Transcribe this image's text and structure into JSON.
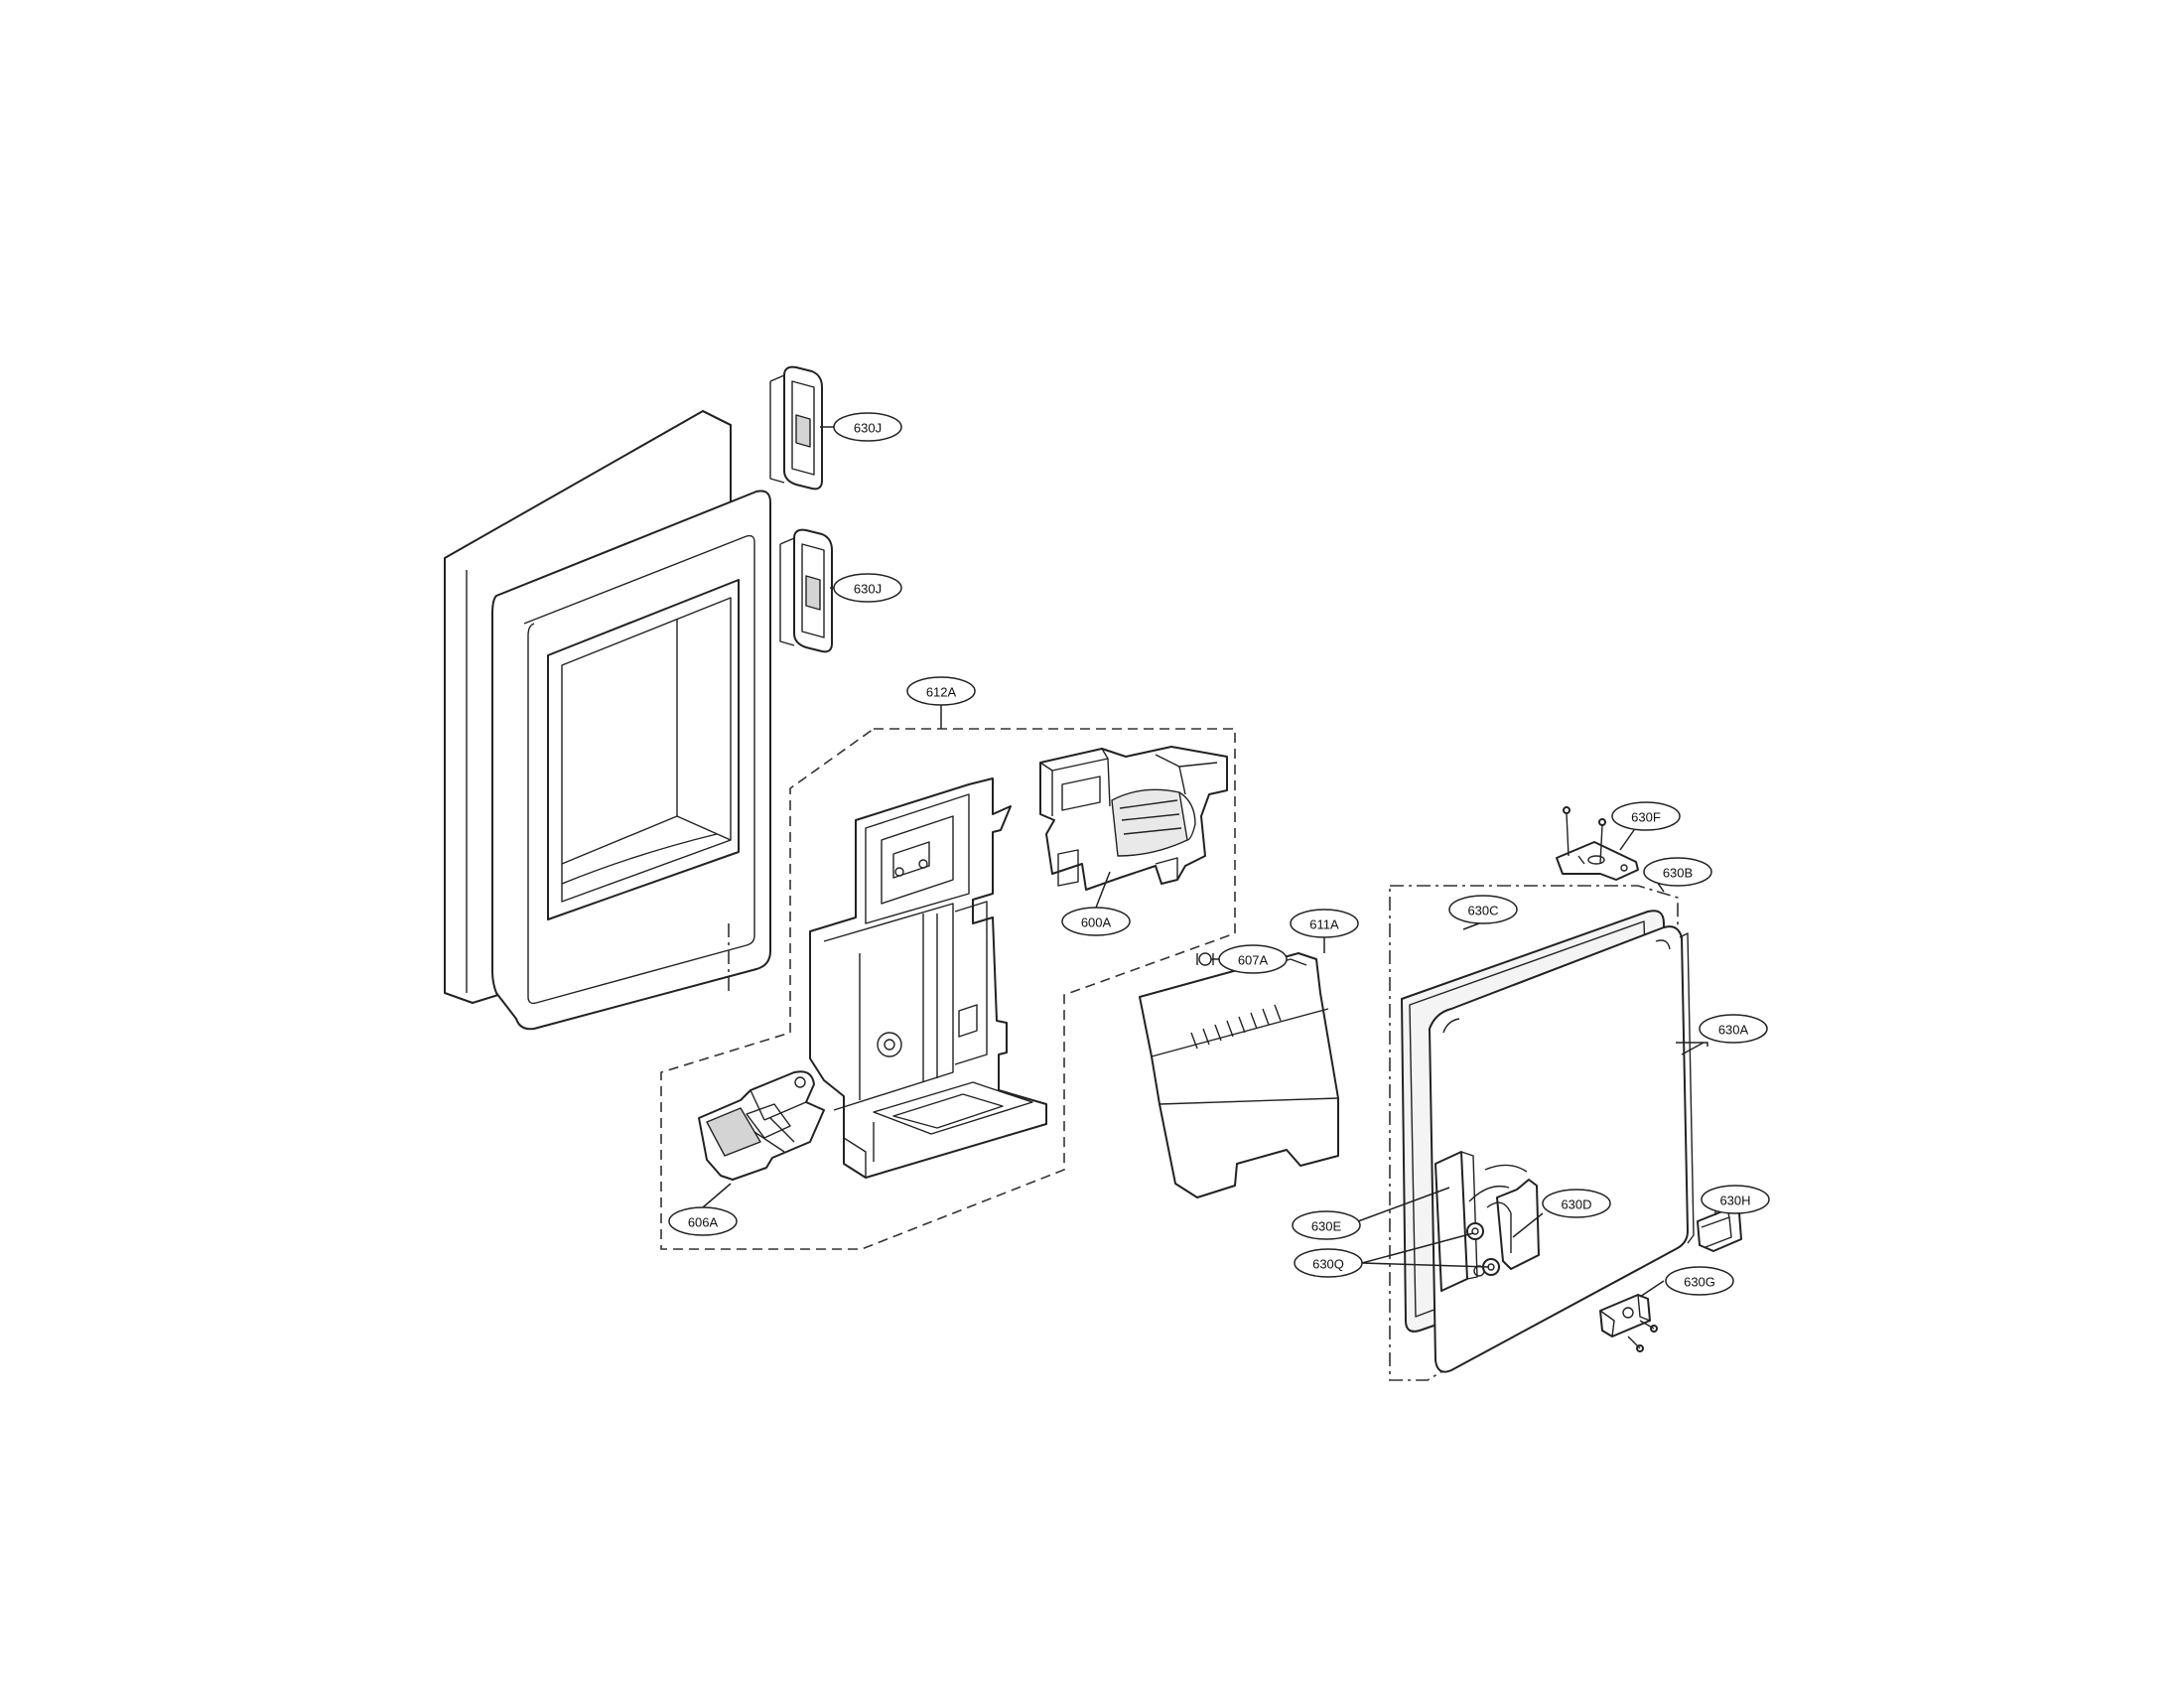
{
  "callouts": {
    "c630J_1": "630J",
    "c630J_2": "630J",
    "c612A": "612A",
    "c600A": "600A",
    "c607A": "607A",
    "c611A": "611A",
    "c606A": "606A",
    "c630F": "630F",
    "c630B": "630B",
    "c630C": "630C",
    "c630A": "630A",
    "c630H": "630H",
    "c630E": "630E",
    "c630D": "630D",
    "c630Q": "630Q",
    "c630G": "630G"
  },
  "colors": {
    "line": "#222222",
    "background": "#ffffff"
  }
}
